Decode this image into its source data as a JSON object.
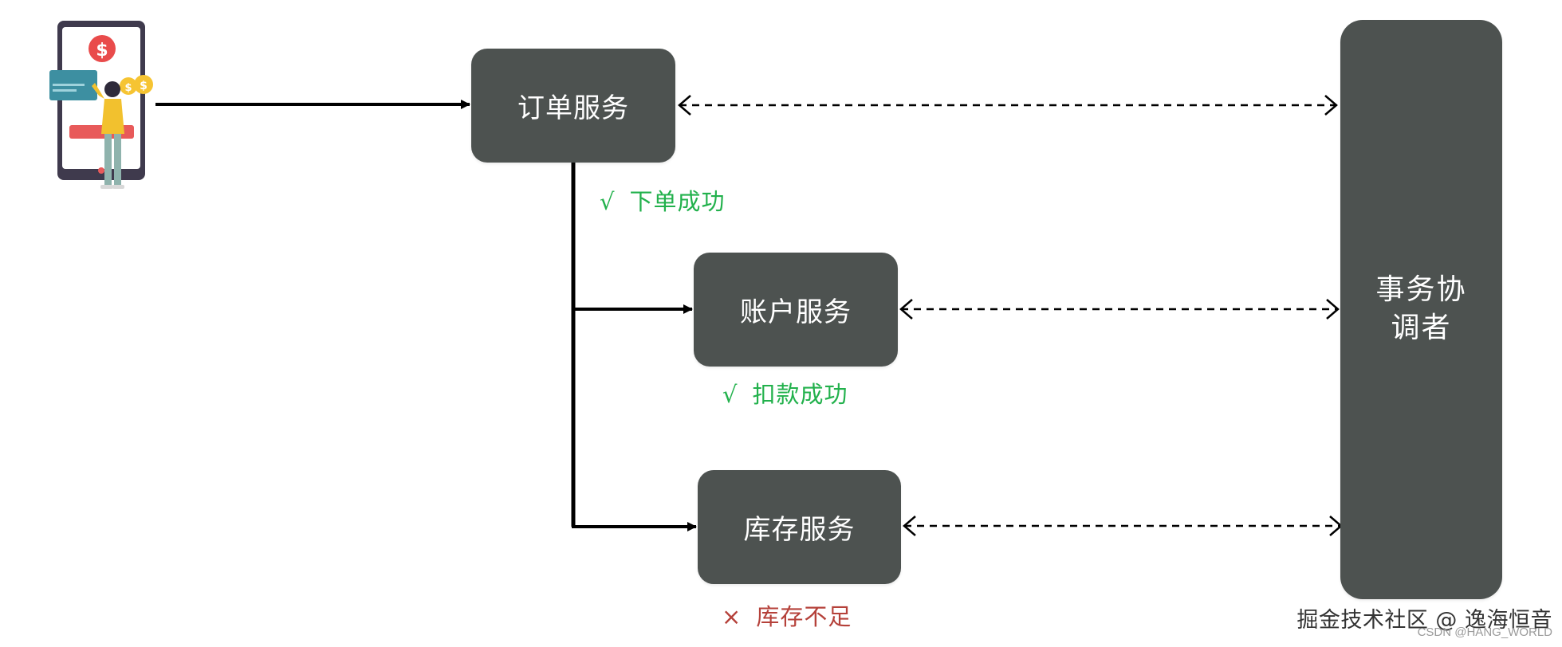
{
  "services": {
    "order": "订单服务",
    "account": "账户服务",
    "inventory": "库存服务"
  },
  "coordinator": {
    "line1": "事务协",
    "line2": "调者"
  },
  "statuses": {
    "order": {
      "mark": "√",
      "text": "下单成功",
      "color": "#22b14c"
    },
    "account": {
      "mark": "√",
      "text": "扣款成功",
      "color": "#22b14c"
    },
    "inventory": {
      "mark": "×",
      "text": "库存不足",
      "color": "#b5413a"
    }
  },
  "watermark": {
    "main": "掘金技术社区 @ 逸海恒音",
    "sub": "CSDN @HANG_WORLD"
  },
  "colors": {
    "box_fill": "#4d5250",
    "box_text": "#ffffff",
    "arrow": "#000000",
    "success": "#22b14c",
    "failure": "#b5413a"
  },
  "icons": {
    "client": "mobile-payment-user-icon"
  }
}
